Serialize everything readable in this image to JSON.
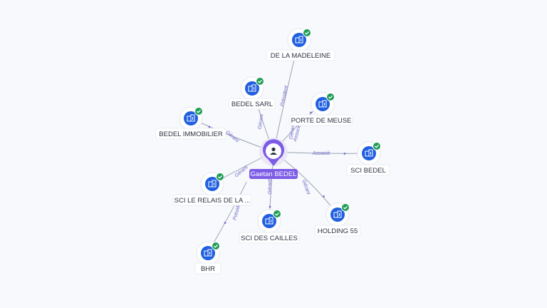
{
  "center": {
    "name": "Gaetan BEDEL",
    "color": "#7c5be6",
    "icon": "person-icon"
  },
  "companies": [
    {
      "id": "de-la-madeleine",
      "name": "DE LA MADELEINE",
      "role": "Président",
      "icon": "building-icon",
      "verified": true
    },
    {
      "id": "bedel-sarl",
      "name": "BEDEL SARL",
      "role": "Gérant",
      "icon": "building-icon",
      "verified": true
    },
    {
      "id": "porte-de-meuse",
      "name": "PORTE DE MEUSE",
      "role": "Gérant",
      "role2": "Associé",
      "icon": "building-icon",
      "verified": true
    },
    {
      "id": "bedel-immobilier",
      "name": "BEDEL IMMOBILIER",
      "role": "Gérant",
      "icon": "building-icon",
      "verified": true
    },
    {
      "id": "sci-bedel",
      "name": "SCI BEDEL",
      "role": "Associé",
      "icon": "building-icon",
      "verified": true
    },
    {
      "id": "sci-le-relais",
      "name": "SCI LE RELAIS DE LA ...",
      "role": "Gérant",
      "icon": "building-icon",
      "verified": true
    },
    {
      "id": "sci-des-cailles",
      "name": "SCI DES CAILLES",
      "role": "Gérant",
      "icon": "building-icon",
      "verified": true
    },
    {
      "id": "holding-55",
      "name": "HOLDING 55",
      "role": "Gérant",
      "icon": "building-icon",
      "verified": true
    },
    {
      "id": "bhr",
      "name": "BHR",
      "role": "Président",
      "icon": "building-icon",
      "verified": true
    }
  ],
  "colors": {
    "node_blue": "#1f5fe0",
    "check_green": "#1f9d55",
    "edge": "#9aa3b2",
    "edge_label": "#6e63c9"
  }
}
